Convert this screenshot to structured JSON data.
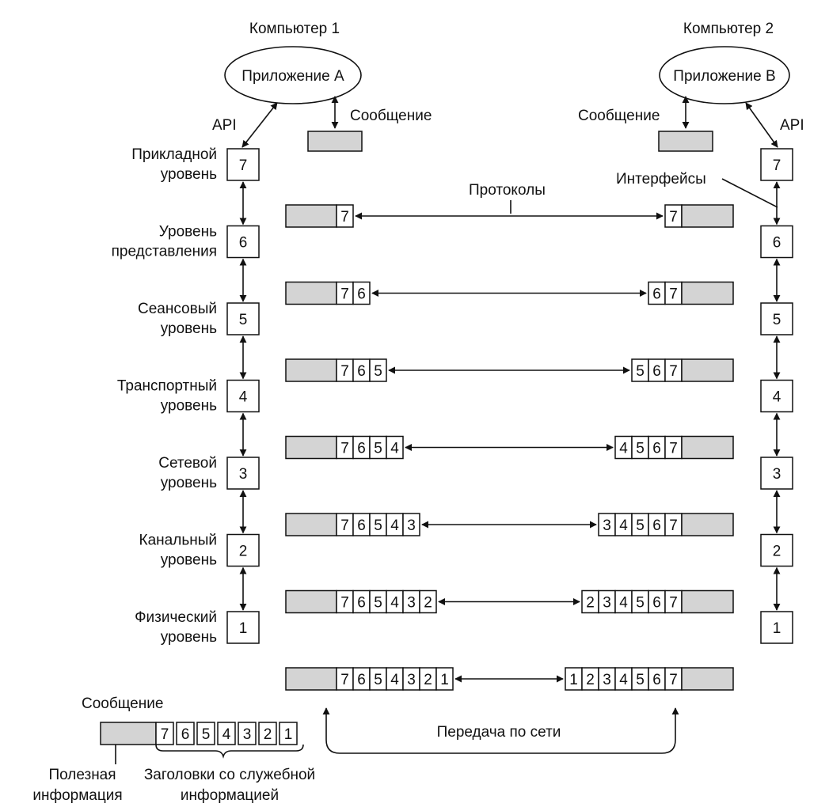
{
  "computer1": {
    "title": "Компьютер 1",
    "app": "Приложение A"
  },
  "computer2": {
    "title": "Компьютер 2",
    "app": "Приложение B"
  },
  "api_label": "API",
  "message_label": "Сообщение",
  "protocols_label": "Протоколы",
  "interfaces_label": "Интерфейсы",
  "network_label": "Передача по сети",
  "layers": [
    {
      "number": "7",
      "line1": "Прикладной",
      "line2": "уровень"
    },
    {
      "number": "6",
      "line1": "Уровень",
      "line2": "представления"
    },
    {
      "number": "5",
      "line1": "Сеансовый",
      "line2": "уровень"
    },
    {
      "number": "4",
      "line1": "Транспортный",
      "line2": "уровень"
    },
    {
      "number": "3",
      "line1": "Сетевой",
      "line2": "уровень"
    },
    {
      "number": "2",
      "line1": "Канальный",
      "line2": "уровень"
    },
    {
      "number": "1",
      "line1": "Физический",
      "line2": "уровень"
    }
  ],
  "legend": {
    "message_title": "Сообщение",
    "headers": [
      "7",
      "6",
      "5",
      "4",
      "3",
      "2",
      "1"
    ],
    "payload_line1": "Полезная",
    "payload_line2": "информация",
    "headers_line1": "Заголовки со служебной",
    "headers_line2": "информацией"
  },
  "colors": {
    "payload": "#d4d4d4",
    "line": "#111111",
    "background": "#ffffff"
  }
}
